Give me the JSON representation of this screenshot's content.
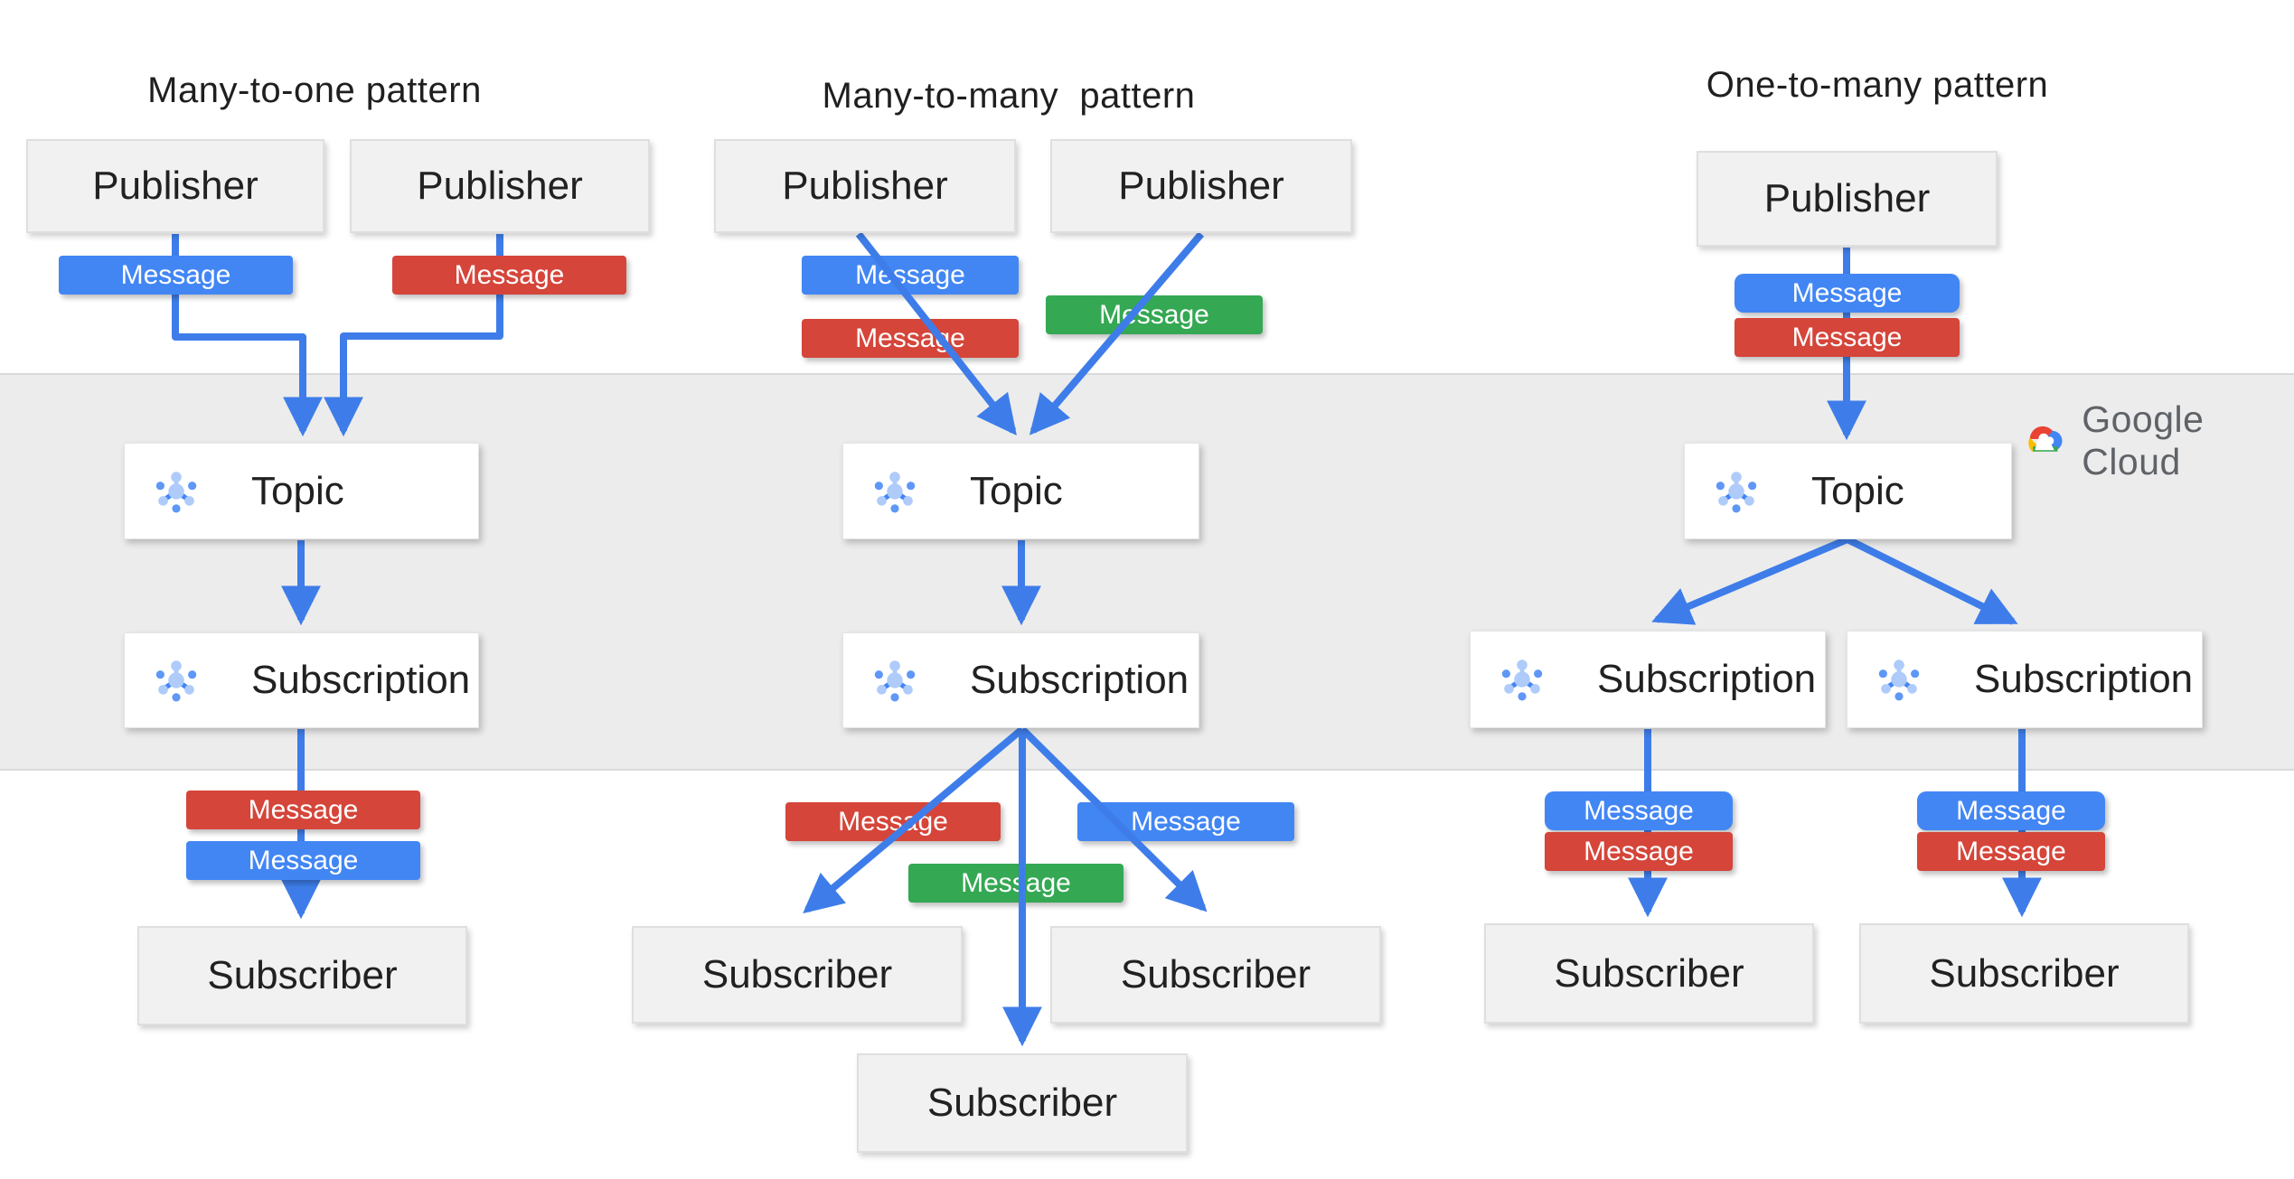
{
  "colors": {
    "blue": "#4286F4",
    "red": "#D5453A",
    "green": "#34A853",
    "arrow": "#3E7DE9",
    "band_bg": "#ECECEC",
    "band_border": "#D9D9D9",
    "box_bg": "#F1F1F1",
    "box_border": "#DFDFDF",
    "node_bg": "#FFFFFF",
    "node_border": "#E4E4E4",
    "label_text": "#212121",
    "badge_text": "#FFFFFF",
    "title_text": "#1F1F1F",
    "logo_text": "#5F6368",
    "icon_blue_dark": "#5E97F6",
    "icon_blue_light": "#AECBFA",
    "logo_red": "#EA4335",
    "logo_blue": "#4285F4",
    "logo_yellow": "#FBBC04",
    "logo_green": "#34A853"
  },
  "logo": {
    "text": "Google Cloud"
  },
  "patterns": [
    {
      "title": "Many-to-one pattern",
      "publishers": [
        "Publisher",
        "Publisher"
      ],
      "publisher_messages": [
        {
          "label": "Message",
          "color": "blue"
        },
        {
          "label": "Message",
          "color": "red"
        }
      ],
      "topic": "Topic",
      "subscriptions": [
        "Subscription"
      ],
      "subscriber_messages": [
        {
          "label": "Message",
          "color": "red"
        },
        {
          "label": "Message",
          "color": "blue"
        }
      ],
      "subscribers": [
        "Subscriber"
      ]
    },
    {
      "title": "Many-to-many  pattern",
      "publishers": [
        "Publisher",
        "Publisher"
      ],
      "publisher_messages": [
        {
          "label": "Message",
          "color": "blue"
        },
        {
          "label": "Message",
          "color": "red"
        },
        {
          "label": "Message",
          "color": "green"
        }
      ],
      "topic": "Topic",
      "subscriptions": [
        "Subscription"
      ],
      "subscriber_messages": [
        {
          "label": "Message",
          "color": "red"
        },
        {
          "label": "Message",
          "color": "blue"
        },
        {
          "label": "Message",
          "color": "green"
        }
      ],
      "subscribers": [
        "Subscriber",
        "Subscriber",
        "Subscriber"
      ]
    },
    {
      "title": "One-to-many pattern",
      "publishers": [
        "Publisher"
      ],
      "publisher_messages": [
        {
          "label": "Message",
          "color": "blue"
        },
        {
          "label": "Message",
          "color": "red"
        }
      ],
      "topic": "Topic",
      "subscriptions": [
        "Subscription",
        "Subscription"
      ],
      "subscriber_messages": [
        {
          "label": "Message",
          "color": "blue"
        },
        {
          "label": "Message",
          "color": "red"
        },
        {
          "label": "Message",
          "color": "blue"
        },
        {
          "label": "Message",
          "color": "red"
        }
      ],
      "subscribers": [
        "Subscriber",
        "Subscriber"
      ]
    }
  ]
}
